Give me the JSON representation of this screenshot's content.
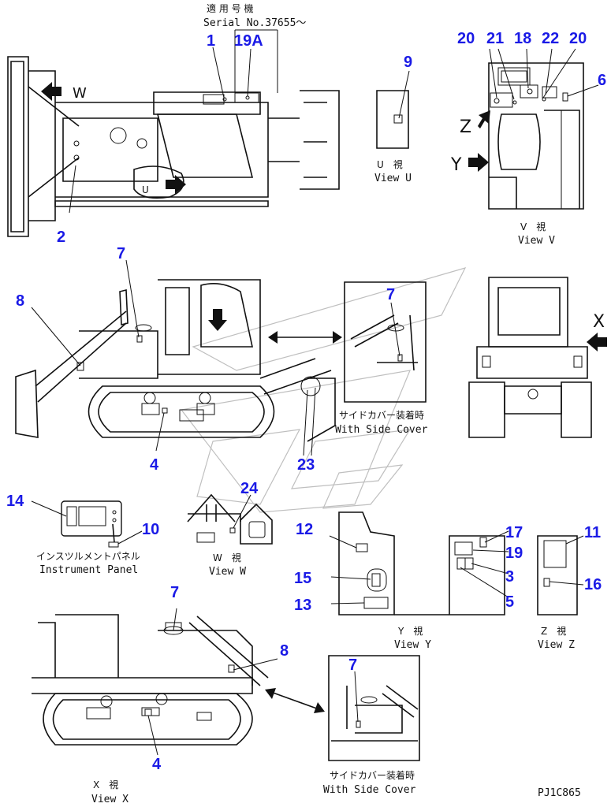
{
  "header": {
    "applicable_machine": "適 用 号 機",
    "serial": "Serial No.37655～"
  },
  "callouts": {
    "c1": "1",
    "c19a": "19A",
    "c2": "2",
    "c9": "9",
    "c20a": "20",
    "c21": "21",
    "c18": "18",
    "c22": "22",
    "c20b": "20",
    "c6": "6",
    "c7a": "7",
    "c8a": "8",
    "c7b": "7",
    "c4a": "4",
    "c23": "23",
    "c14": "14",
    "c10": "10",
    "c24": "24",
    "c12": "12",
    "c15": "15",
    "c13": "13",
    "c17": "17",
    "c19": "19",
    "c3": "3",
    "c5": "5",
    "c11": "11",
    "c16": "16",
    "c7c": "7",
    "c8b": "8",
    "c4b": "4",
    "c7d": "7"
  },
  "view_letters": {
    "w": "W",
    "u": "U",
    "z": "Z",
    "y": "Y",
    "x": "X"
  },
  "captions": {
    "view_u_jp": "U　視",
    "view_u": "View U",
    "view_v_jp": "V　視",
    "view_v": "View V",
    "side_cover_jp_1": "サイドカバー装着時",
    "side_cover_1": "With Side Cover",
    "panel_jp": "インスツルメントパネル",
    "panel": "Instrument Panel",
    "view_w_jp": "W　視",
    "view_w": "View W",
    "view_y_jp": "Y　視",
    "view_y": "View Y",
    "view_z_jp": "Z　視",
    "view_z": "View Z",
    "view_x_jp": "X　視",
    "view_x": "View X",
    "side_cover_jp_2": "サイドカバー装着時",
    "side_cover_2": "With Side Cover"
  },
  "drawing_code": "PJ1C865",
  "colors": {
    "callout": "#1a1ae6",
    "line": "#111111",
    "watermark": "#bfbfbf"
  }
}
